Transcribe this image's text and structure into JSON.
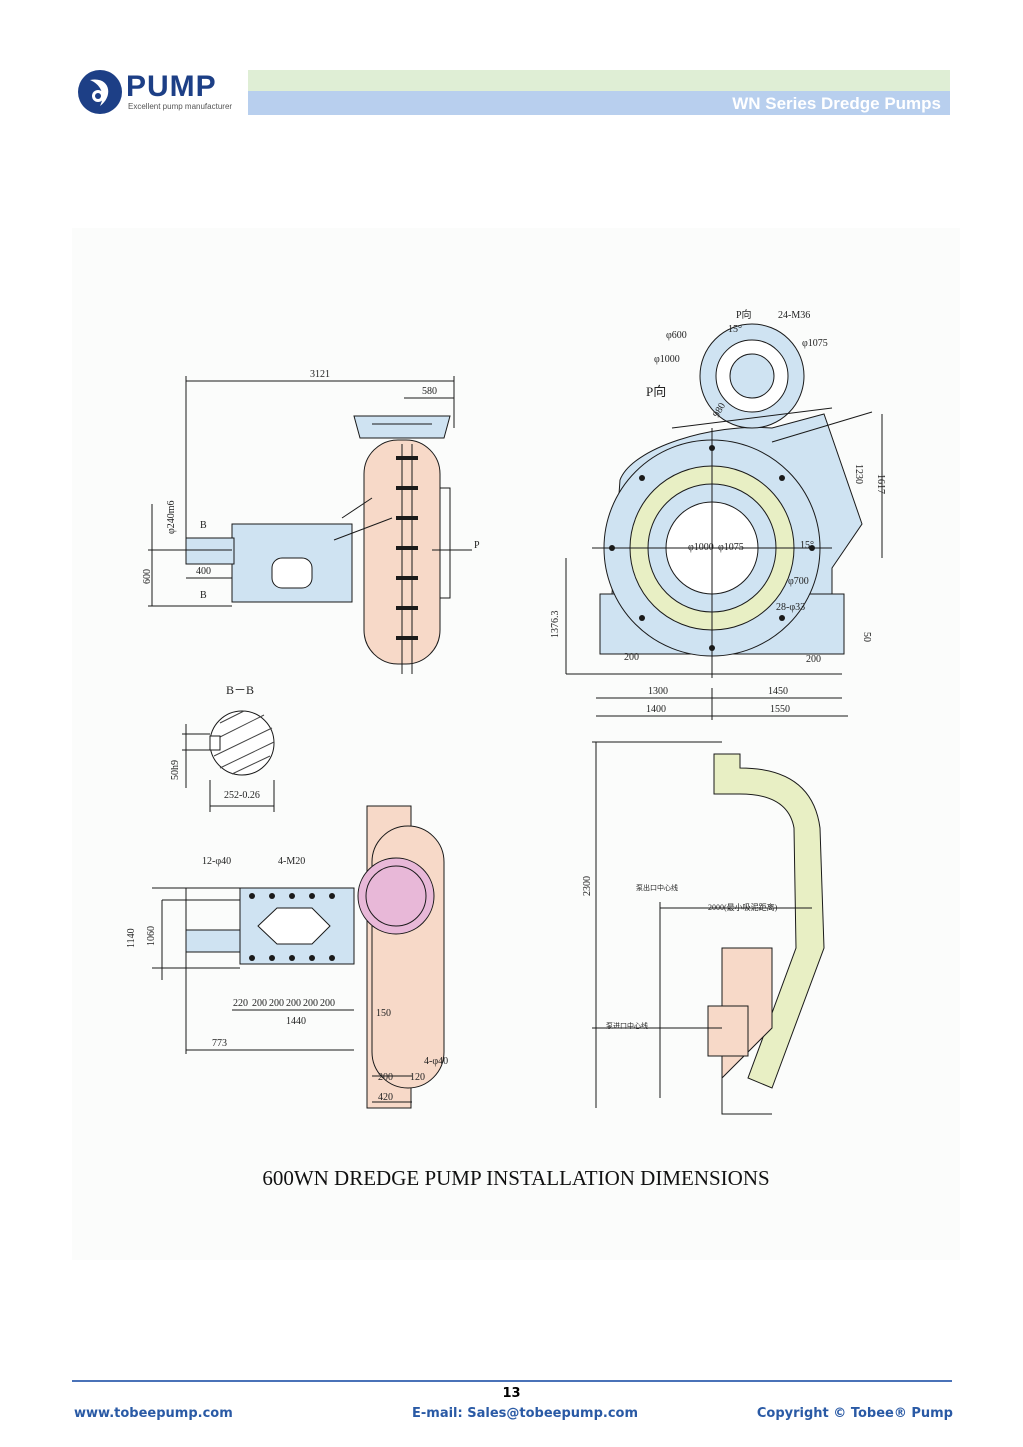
{
  "header": {
    "logo_text": "PUMP",
    "logo_tagline": "Excellent pump manufacturer",
    "title": "WN Series Dredge Pumps"
  },
  "drawing": {
    "labels": {
      "l3121": "3121",
      "l580": "580",
      "l240": "φ240m6",
      "lB1": "B",
      "lB2": "B",
      "l400": "400",
      "l600": "600",
      "lP": "P",
      "lBB": "B－B",
      "l50h9": "50h9",
      "l252": "252-0.26",
      "l12phi40": "12-φ40",
      "l4M20": "4-M20",
      "l1140": "1140",
      "l1060": "1060",
      "l220": "220",
      "l200a": "200",
      "l200b": "200",
      "l200c": "200",
      "l200d": "200",
      "l200e": "200",
      "l1440": "1440",
      "l150": "150",
      "l773": "773",
      "l4phi40": "4-φ40",
      "l200f": "200",
      "l120": "120",
      "l420": "420",
      "lPdir1": "P向",
      "lPdir2": "P向",
      "l24M36": "24-M36",
      "l15a": "15°",
      "lphi600": "φ600",
      "lphi1000": "φ1000",
      "lphi1075": "φ1075",
      "l980": "980",
      "l1230": "1230",
      "l1617": "1617",
      "lphi1000b": "φ1000",
      "lphi1075b": "φ1075",
      "l15b": "15°",
      "lphi700": "φ700",
      "l28phi33": "28-φ33",
      "l1376": "1376.3",
      "l50": "50",
      "l200g": "200",
      "l200h": "200",
      "l1300": "1300",
      "l1450": "1450",
      "l1400": "1400",
      "l1550": "1550",
      "l2300": "2300",
      "loutlet": "泵出口中心线",
      "l2000": "2000(最小吸泥距离)",
      "linlet": "泵进口中心线"
    },
    "colors": {
      "pump_body": "#f7d9c8",
      "casing_blue": "#cfe3f2",
      "pipe_green": "#e8efc4",
      "outlet_pink": "#e8b8d8",
      "line": "#1a1a1a"
    }
  },
  "caption": "600WN DREDGE PUMP INSTALLATION DIMENSIONS",
  "footer": {
    "page_number": "13",
    "website": "www.tobeepump.com",
    "email": "E-mail: Sales@tobeepump.com",
    "copyright": "Copyright © Tobee® Pump"
  }
}
